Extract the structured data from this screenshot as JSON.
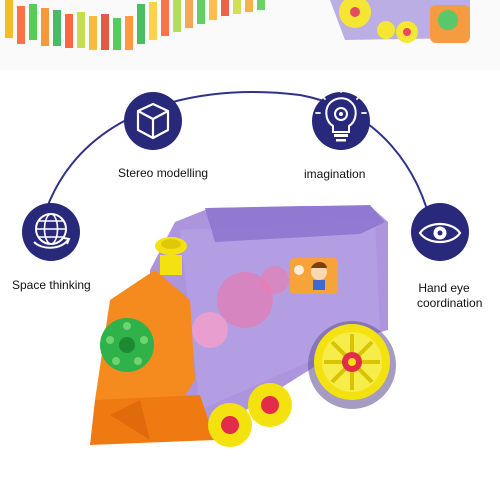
{
  "features": [
    {
      "label": "Stereo modelling",
      "icon": "cube-icon"
    },
    {
      "label": "imagination",
      "icon": "lightbulb-gear-icon"
    },
    {
      "label": "Space thinking",
      "icon": "globe-icon"
    },
    {
      "label": "Hand eye coordination",
      "label_line1": "Hand eye",
      "label_line2": "coordination",
      "icon": "eye-icon"
    }
  ],
  "colors": {
    "circle": "#28297a",
    "arc": "#30318a",
    "train_body": "#a38ad9",
    "train_front": "#f58a1f",
    "wheel": "#f4e210",
    "wheel_hub": "#e32b4a"
  }
}
